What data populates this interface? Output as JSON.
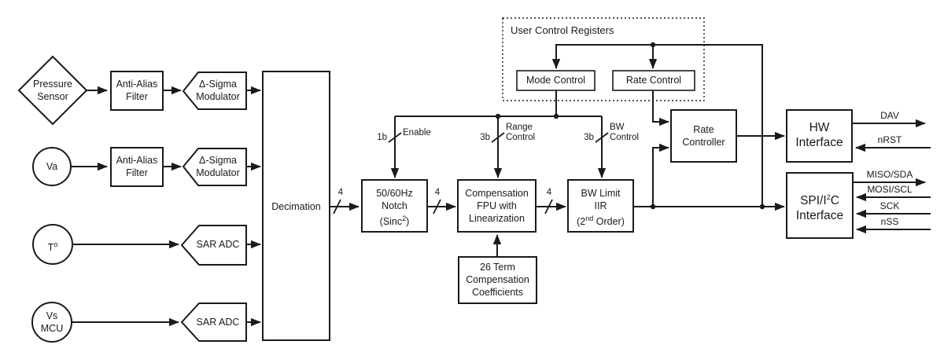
{
  "nodes": {
    "pressure_sensor": {
      "line1": "Pressure",
      "line2": "Sensor"
    },
    "va": {
      "label": "Va"
    },
    "temperature": {
      "base": "T",
      "sup": "o"
    },
    "vs_mcu": {
      "line1": "Vs",
      "line2": "MCU"
    },
    "anti_alias_filter": {
      "line1": "Anti-Alias",
      "line2": "Filter"
    },
    "delta_sigma_modulator": {
      "line1": "Δ-Sigma",
      "line2": "Modulator"
    },
    "sar_adc": {
      "label": "SAR ADC"
    },
    "decimation": {
      "label": "Decimation"
    },
    "notch": {
      "line1": "50/60Hz",
      "line2": "Notch",
      "line3_pre": "(Sinc",
      "line3_sup": "2",
      "line3_post": ")"
    },
    "fpu": {
      "line1": "Compensation",
      "line2": "FPU with",
      "line3": "Linearization"
    },
    "bw_limit": {
      "line1": "BW Limit",
      "line2": "IIR",
      "line3_pre": "(2",
      "line3_sup": "nd",
      "line3_post": " Order)"
    },
    "coefficients": {
      "line1": "26 Term",
      "line2": "Compensation",
      "line3": "Coefficients"
    },
    "user_control_registers": {
      "label": "User Control Registers"
    },
    "mode_control": {
      "label": "Mode Control"
    },
    "rate_control": {
      "label": "Rate Control"
    },
    "rate_controller": {
      "line1": "Rate",
      "line2": "Controller"
    },
    "hw_interface": {
      "line1": "HW",
      "line2": "Interface"
    },
    "spi_interface": {
      "line1_pre": "SPI/I",
      "line1_sup": "2",
      "line1_post": "C",
      "line2": "Interface"
    }
  },
  "wire_labels": {
    "bus_width": "4",
    "enable_width": "1b",
    "enable": "Enable",
    "range_width": "3b",
    "range_line1": "Range",
    "range_line2": "Control",
    "bw_width": "3b",
    "bw_line1": "BW",
    "bw_line2": "Control"
  },
  "io_signals": {
    "dav": "DAV",
    "nrst": "nRST",
    "miso_sda": "MISO/SDA",
    "mosi_scl": "MOSI/SCL",
    "sck": "SCK",
    "nss": "nSS"
  },
  "colors": {
    "line": "#1a1a1a",
    "background": "#ffffff"
  }
}
